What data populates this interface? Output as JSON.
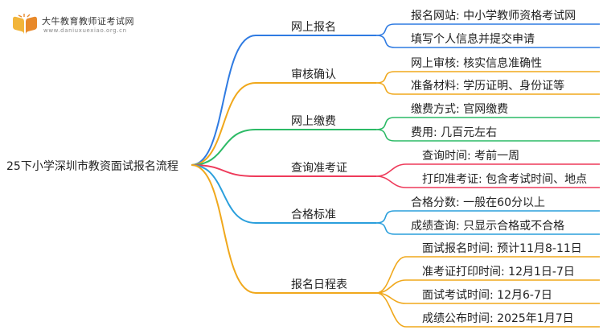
{
  "logo": {
    "name": "大牛教育教师证考试网",
    "url": "www.daniuxuexiao.org.cn"
  },
  "root": "25下小学深圳市教资面试报名流程",
  "branches": [
    {
      "label": "网上报名",
      "color": "#2f7be2",
      "leaves": [
        "报名网站: 中小学教师资格考试网",
        "填写个人信息并提交申请"
      ]
    },
    {
      "label": "审核确认",
      "color": "#f0a81c",
      "leaves": [
        "网上审核: 核实信息准确性",
        "准备材料: 学历证明、身份证等"
      ]
    },
    {
      "label": "网上缴费",
      "color": "#2cba66",
      "leaves": [
        "缴费方式: 官网缴费",
        "费用: 几百元左右"
      ]
    },
    {
      "label": "查询准考证",
      "color": "#ee3a5a",
      "leaves": [
        "查询时间: 考前一周",
        "打印准考证: 包含考试时间、地点"
      ]
    },
    {
      "label": "合格标准",
      "color": "#2a9fdc",
      "leaves": [
        "合格分数: 一般在60分以上",
        "成绩查询: 只显示合格或不合格"
      ]
    },
    {
      "label": "报名日程表",
      "color": "#f0a81c",
      "leaves": [
        "面试报名时间: 预计11月8-11日",
        "准考证打印时间: 12月1日-7日",
        "面试考试时间: 12月6-7日",
        "成绩公布时间: 2025年1月7日"
      ]
    }
  ]
}
